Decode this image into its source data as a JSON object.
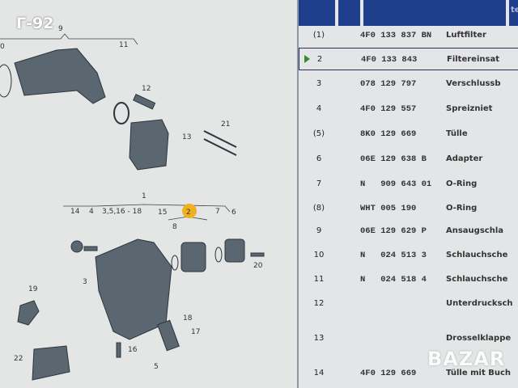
{
  "overlay_code": "Г-92",
  "watermark": "BAZAR",
  "diagram": {
    "highlight_color": "#f0b020",
    "callouts": [
      "9",
      "0",
      "11",
      "12",
      "13",
      "21",
      "1",
      "14",
      "4",
      "3,5,16 - 18",
      "15",
      "2",
      "8",
      "7",
      "6",
      "20",
      "3",
      "19",
      "18",
      "17",
      "16",
      "5",
      "22"
    ]
  },
  "table": {
    "header_text": "teilen",
    "header_color": "#1f3e8c",
    "rows": [
      {
        "pos": "(1)",
        "part": "4F0 133 837 BN",
        "name": "Luftfilter"
      },
      {
        "pos": "2",
        "part": "4F0 133 843",
        "name": "Filtereinsat",
        "selected": true
      },
      {
        "pos": "3",
        "part": "078 129 797",
        "name": "Verschlussb"
      },
      {
        "pos": "4",
        "part": "4F0 129 557",
        "name": "Spreizniet"
      },
      {
        "pos": "(5)",
        "part": "8K0 129 669",
        "name": "Tülle"
      },
      {
        "pos": "6",
        "part": "06E 129 638 B",
        "name": "Adapter"
      },
      {
        "pos": "7",
        "part": "N   909 643 01",
        "name": "O-Ring"
      },
      {
        "pos": "(8)",
        "part": "WHT 005 190",
        "name": "O-Ring"
      },
      {
        "pos": "9",
        "part": "06E 129 629 P",
        "name": "Ansaugschla"
      },
      {
        "pos": "10",
        "part": "N   024 513 3",
        "name": "Schlauchsche"
      },
      {
        "pos": "11",
        "part": "N   024 518 4",
        "name": "Schlauchsche"
      },
      {
        "pos": "12",
        "part": "",
        "name": "Unterdrucksch"
      },
      {
        "pos": "13",
        "part": "",
        "name": "Drosselklappe"
      },
      {
        "pos": "14",
        "part": "4F0 129 669",
        "name": "Tülle mit Buch"
      }
    ]
  }
}
